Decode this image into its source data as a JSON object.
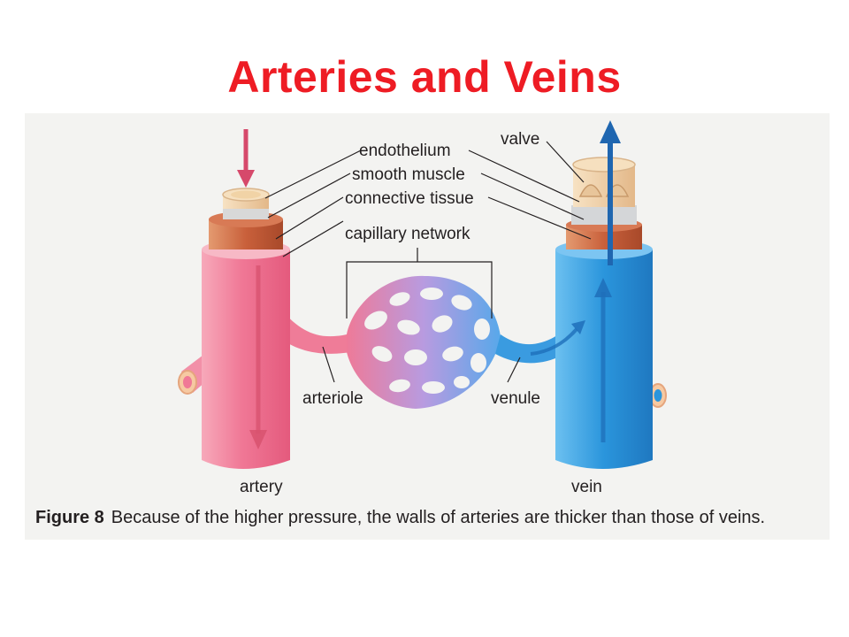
{
  "title": "Arteries and Veins",
  "labels": {
    "endothelium": "endothelium",
    "smooth_muscle": "smooth muscle",
    "connective_tissue": "connective tissue",
    "capillary_network": "capillary network",
    "valve": "valve",
    "arteriole": "arteriole",
    "venule": "venule",
    "artery": "artery",
    "vein": "vein"
  },
  "caption": {
    "figure_number": "Figure 8",
    "text": "Because of the higher pressure, the walls of arteries are thicker than those of veins."
  },
  "colors": {
    "title": "#ee1c24",
    "artery": "#f07896",
    "vein": "#2a95dc",
    "muscle": "#d4714b",
    "endothelium": "#f2d2a8"
  }
}
